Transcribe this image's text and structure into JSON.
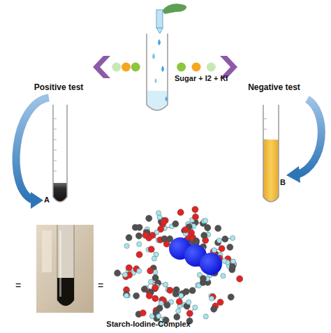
{
  "diagram": {
    "nodes": [
      {
        "text": [
          "Sugar + I2 + KI"
        ]
      },
      {
        "text": [
          "Positive test"
        ]
      },
      {
        "text": [
          "Negative test"
        ]
      }
    ],
    "edges": [
      {
        "from": 0,
        "to": 1,
        "arrow": "to"
      },
      {
        "from": 0,
        "to": 2,
        "arrow": "to"
      }
    ],
    "labels": [
      "A",
      "B",
      "=",
      "=",
      "Starch-Iodine-Complex"
    ]
  }
}
